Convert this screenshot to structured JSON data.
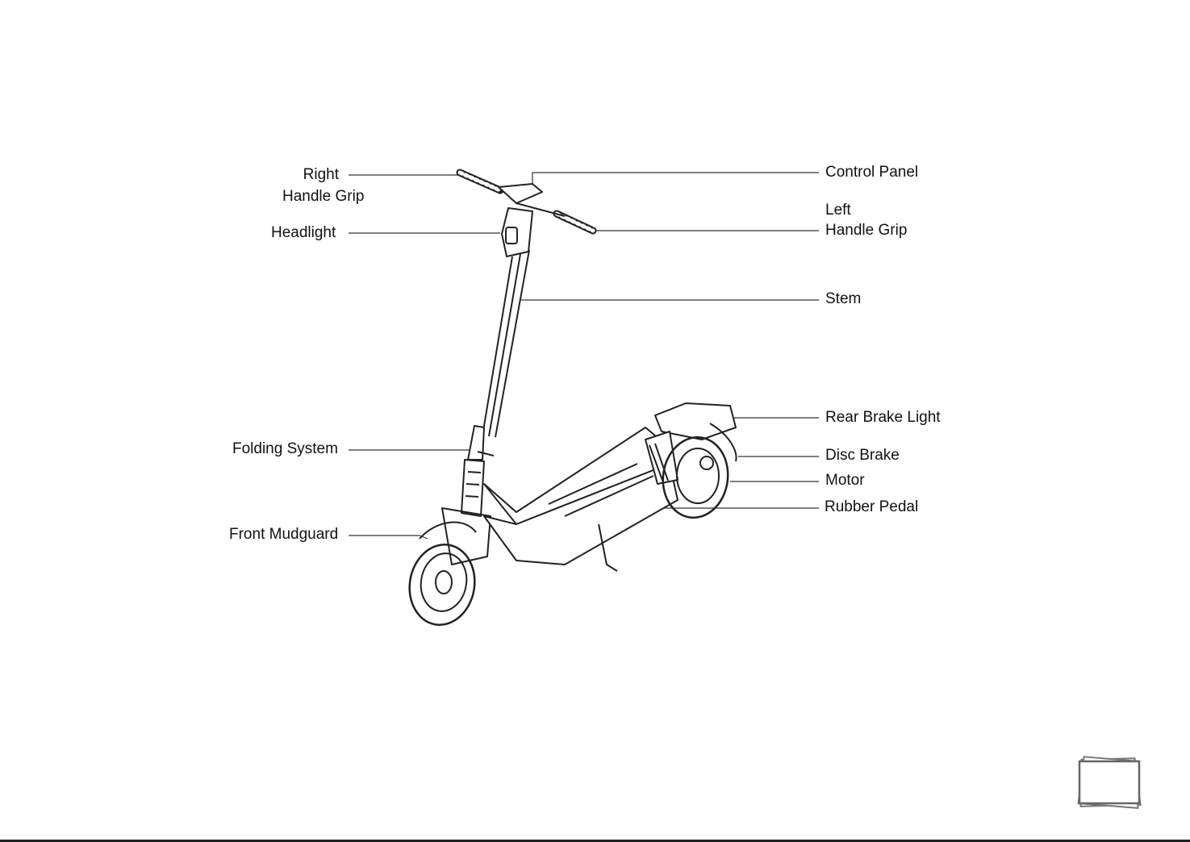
{
  "labels": {
    "right_handle_grip_1": "Right",
    "right_handle_grip_2": "Handle Grip",
    "headlight": "Headlight",
    "folding_system": "Folding System",
    "front_mudguard": "Front Mudguard",
    "control_panel": "Control Panel",
    "left_handle_grip_1": "Left",
    "left_handle_grip_2": "Handle Grip",
    "stem": "Stem",
    "rear_brake_light": "Rear Brake Light",
    "disc_brake": "Disc Brake",
    "motor": "Motor",
    "rubber_pedal": "Rubber Pedal"
  },
  "icons": {
    "corner": "stacked-pages-icon"
  },
  "colors": {
    "line": "#333333",
    "text": "#111111"
  }
}
